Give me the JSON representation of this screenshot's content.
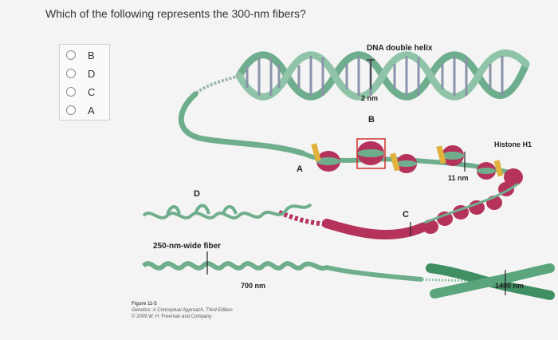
{
  "question": {
    "text": "Which of the following represents the 300-nm fibers?"
  },
  "options": [
    {
      "label": "B"
    },
    {
      "label": "D"
    },
    {
      "label": "C"
    },
    {
      "label": "A"
    }
  ],
  "figure": {
    "dna_label": "DNA double helix",
    "two_nm": "2 nm",
    "histone_label": "Histone H1",
    "eleven_nm": "11 nm",
    "fiber_250_label": "250-nm-wide fiber",
    "seven_hundred_nm": "700 nm",
    "fourteen_hundred_nm": "1400 nm",
    "marker_a": "A",
    "marker_b": "B",
    "marker_c": "C",
    "marker_d": "D",
    "caption_line1": "Figure 11-5",
    "caption_line2": "Genetics: A Conceptual Approach, Third Edition",
    "caption_line3": "© 2009 W. H. Freeman and Company",
    "colors": {
      "strand": "#6fae8d",
      "nucleosome": "#b5335b",
      "histone_h1": "#e0b23c",
      "highlight_box": "#d0312d"
    }
  }
}
